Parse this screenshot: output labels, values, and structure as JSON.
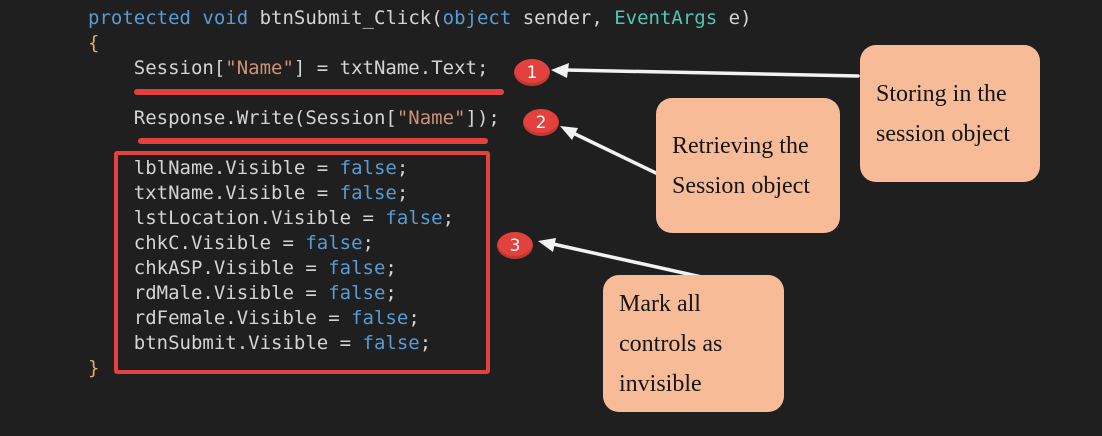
{
  "colors": {
    "background": "#1f1f1f",
    "keyword": "#569cd6",
    "string": "#ce9178",
    "type": "#4ec9b0",
    "plain_text": "#d4d4d4",
    "brace": "#ddab6a",
    "red_marker": "#e2413d",
    "arrow": "#f2f2f2",
    "note_background": "#f7bc97",
    "note_text": "#151515"
  },
  "code": {
    "lines": [
      [
        [
          "kw",
          "protected"
        ],
        [
          "pl",
          " "
        ],
        [
          "kw",
          "void"
        ],
        [
          "pl",
          " btnSubmit_Click("
        ],
        [
          "kw",
          "object"
        ],
        [
          "pl",
          " sender, "
        ],
        [
          "ty",
          "EventArgs"
        ],
        [
          "pl",
          " e)"
        ]
      ],
      [
        [
          "br",
          "{"
        ]
      ],
      [
        [
          "pl",
          "    Session["
        ],
        [
          "st",
          "\"Name\""
        ],
        [
          "pl",
          "] = txtName.Text;"
        ]
      ],
      [],
      [
        [
          "pl",
          "    Response.Write(Session["
        ],
        [
          "st",
          "\"Name\""
        ],
        [
          "pl",
          "]);"
        ]
      ],
      [],
      [
        [
          "pl",
          "    lblName.Visible = "
        ],
        [
          "kw",
          "false"
        ],
        [
          "pl",
          ";"
        ]
      ],
      [
        [
          "pl",
          "    txtName.Visible = "
        ],
        [
          "kw",
          "false"
        ],
        [
          "pl",
          ";"
        ]
      ],
      [
        [
          "pl",
          "    lstLocation.Visible = "
        ],
        [
          "kw",
          "false"
        ],
        [
          "pl",
          ";"
        ]
      ],
      [
        [
          "pl",
          "    chkC.Visible = "
        ],
        [
          "kw",
          "false"
        ],
        [
          "pl",
          ";"
        ]
      ],
      [
        [
          "pl",
          "    chkASP.Visible = "
        ],
        [
          "kw",
          "false"
        ],
        [
          "pl",
          ";"
        ]
      ],
      [
        [
          "pl",
          "    rdMale.Visible = "
        ],
        [
          "kw",
          "false"
        ],
        [
          "pl",
          ";"
        ]
      ],
      [
        [
          "pl",
          "    rdFemale.Visible = "
        ],
        [
          "kw",
          "false"
        ],
        [
          "pl",
          ";"
        ]
      ],
      [
        [
          "pl",
          "    btnSubmit.Visible = "
        ],
        [
          "kw",
          "false"
        ],
        [
          "pl",
          ";"
        ]
      ],
      [
        [
          "br",
          "}"
        ]
      ]
    ]
  },
  "badges": [
    {
      "label": "1"
    },
    {
      "label": "2"
    },
    {
      "label": "3"
    }
  ],
  "notes": [
    {
      "text": "Storing in the\nsession object"
    },
    {
      "text": "Retrieving the\nSession object"
    },
    {
      "text": "Mark all\ncontrols as\ninvisible"
    }
  ]
}
